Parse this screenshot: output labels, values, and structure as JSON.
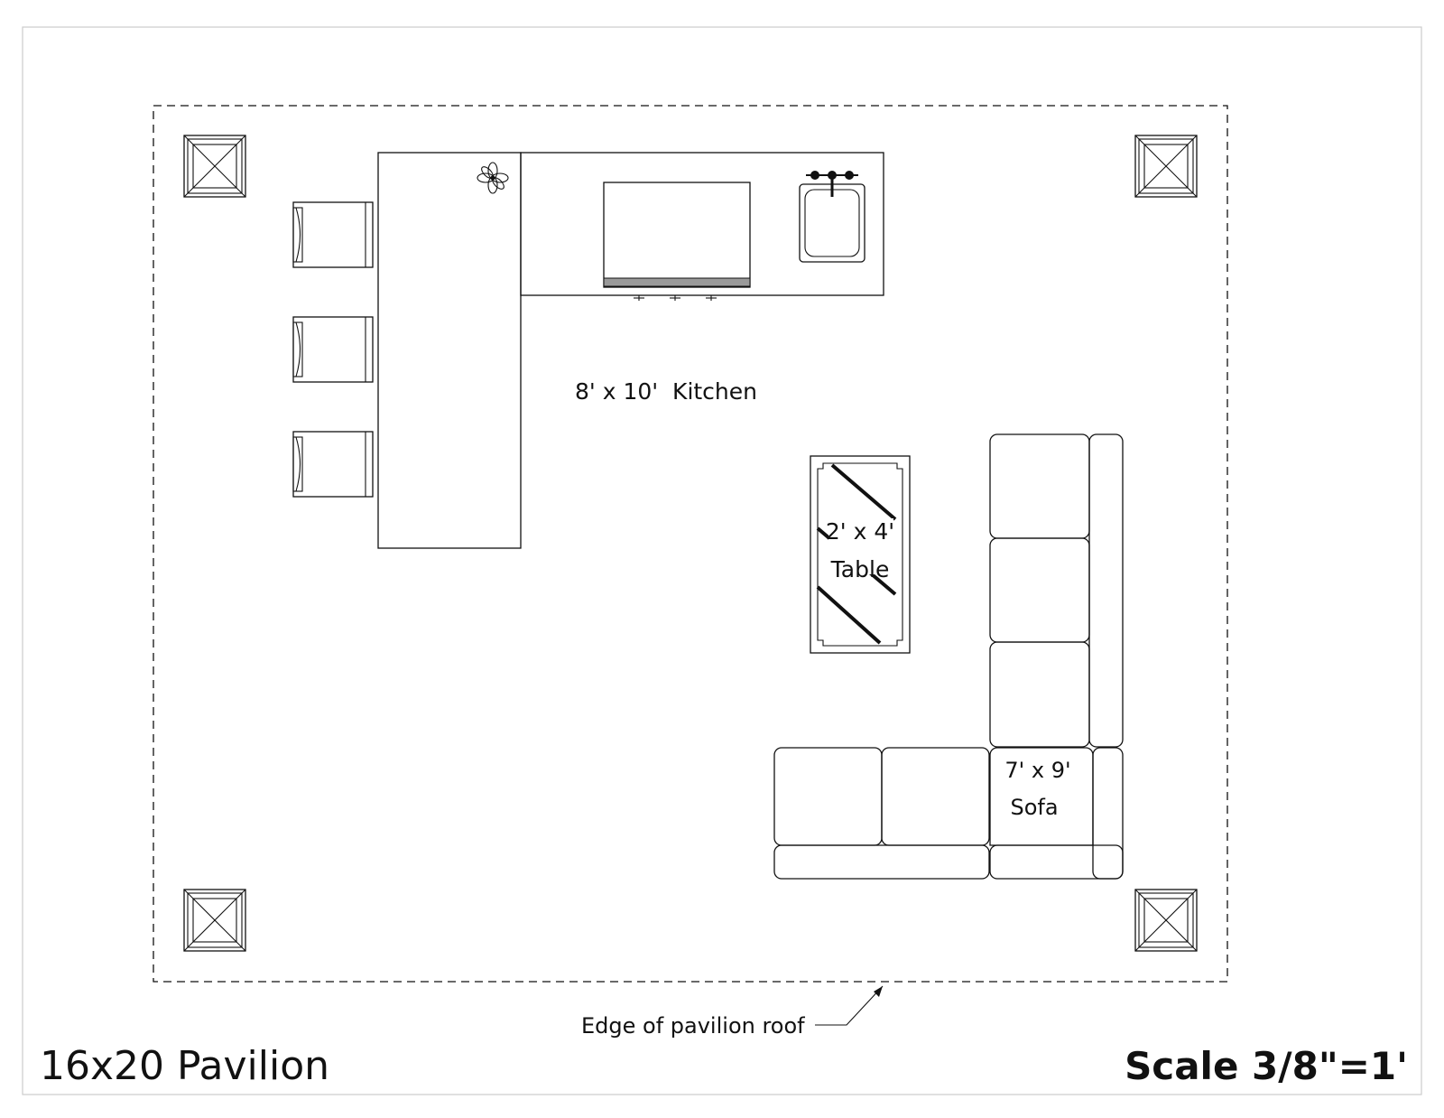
{
  "drawing": {
    "title": "16x20 Pavilion",
    "scale": "Scale 3/8\"=1'"
  },
  "labels": {
    "kitchen": "8' x 10'  Kitchen",
    "table_dims": "2' x 4'",
    "table_name": "Table",
    "sofa_dims": "7' x 9'",
    "sofa_name": "Sofa",
    "roof_edge": "Edge of pavilion roof"
  },
  "colors": {
    "line": "#111111",
    "background": "#ffffff",
    "frame": "#cccccc"
  }
}
